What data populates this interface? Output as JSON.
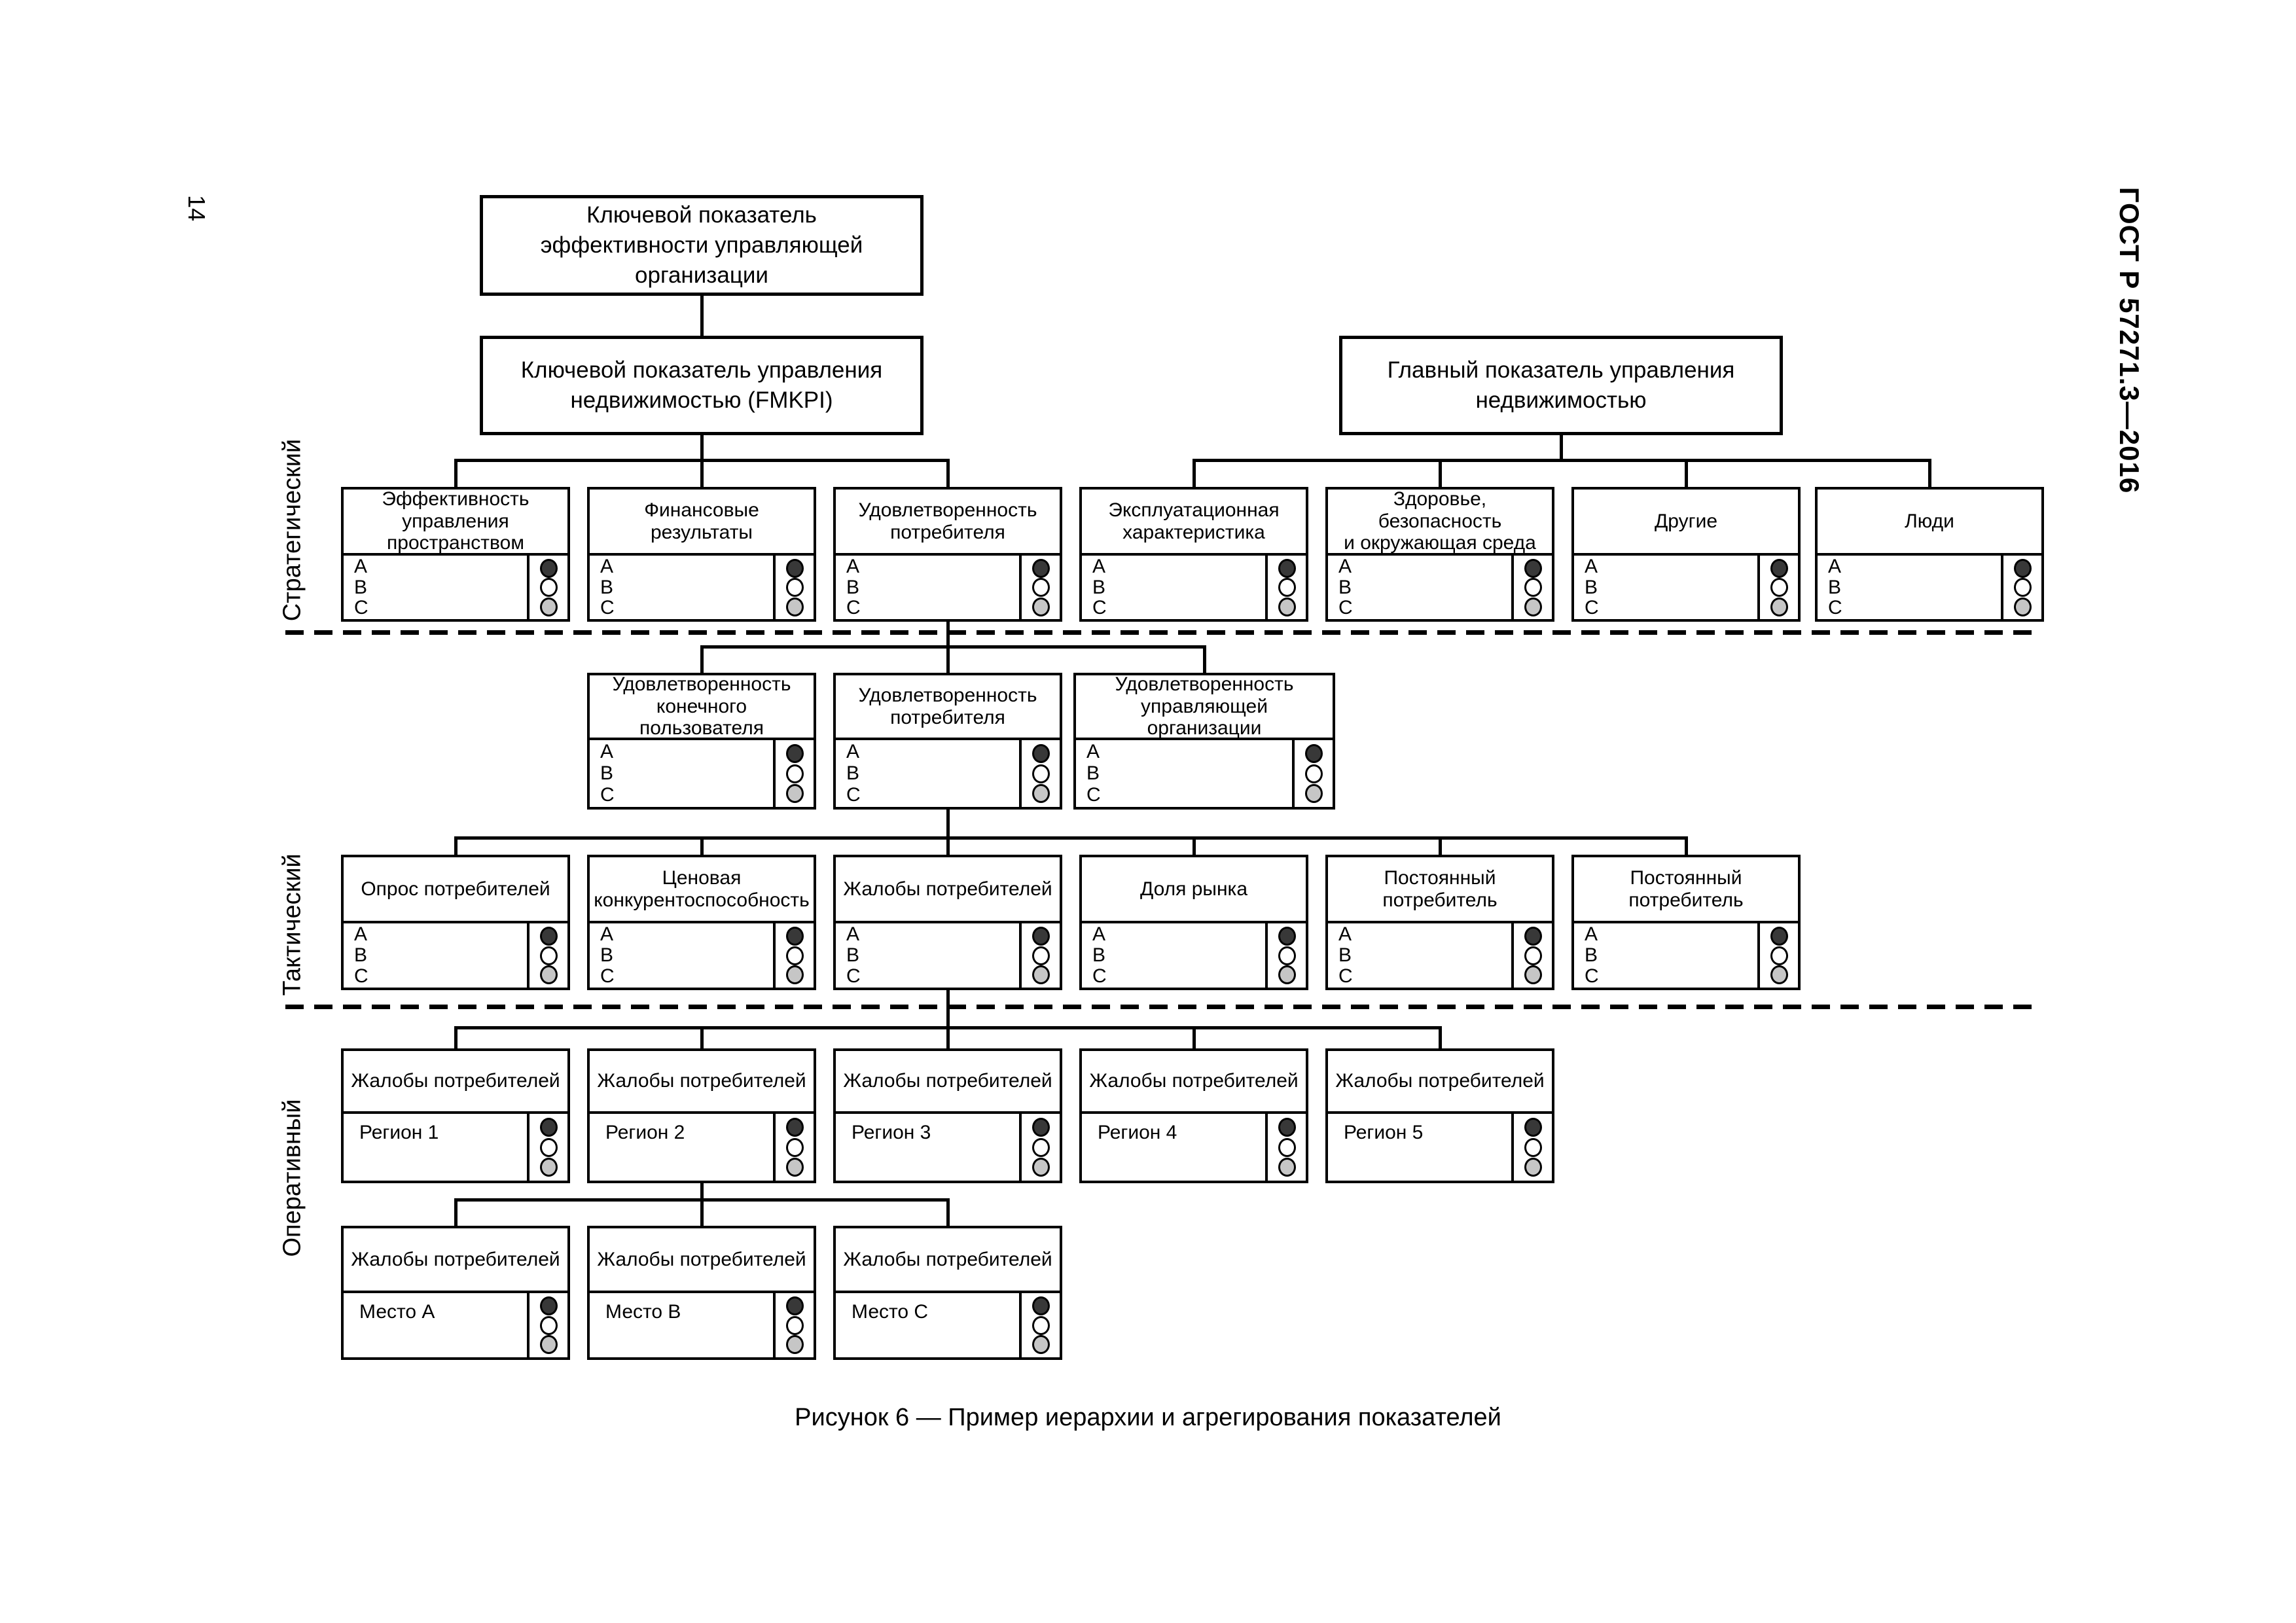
{
  "page": {
    "number": "14",
    "header": "ГОСТ Р 57271.3—2016",
    "caption": "Рисунок 6 — Пример иерархии и агрегирования показателей"
  },
  "level_labels": [
    "Стратегический",
    "Тактический",
    "Оперативный"
  ],
  "abc_labels": [
    "A",
    "B",
    "C"
  ],
  "status_dot_colors": {
    "filled": "#383838",
    "empty": "#ffffff",
    "partial": "#c6c6c6"
  },
  "status_dot_states": [
    "filled",
    "empty",
    "partial"
  ],
  "top_nodes": {
    "root": {
      "title": "Ключевой показатель\nэффективности управляющей\nорганизации"
    },
    "fmkpi": {
      "title": "Ключевой показатель управления\nнедвижимостью (FMKPI)"
    },
    "main": {
      "title": "Главный показатель управления\nнедвижимостью"
    }
  },
  "indicators": [
    {
      "group": "strategic",
      "title": "Эффективность\nуправления\nпространством"
    },
    {
      "group": "strategic",
      "title": "Финансовые\nрезультаты"
    },
    {
      "group": "strategic",
      "title": "Удовлетворенность\nпотребителя"
    },
    {
      "group": "strategic",
      "title": "Эксплуатационная\nхарактеристика"
    },
    {
      "group": "strategic",
      "title": "Здоровье, безопасность\nи окружающая среда"
    },
    {
      "group": "strategic",
      "title": "Другие"
    },
    {
      "group": "strategic",
      "title": "Люди"
    },
    {
      "group": "tactical-upper",
      "title": "Удовлетворенность\nконечного пользователя"
    },
    {
      "group": "tactical-upper",
      "title": "Удовлетворенность\nпотребителя"
    },
    {
      "group": "tactical-upper",
      "title": "Удовлетворенность\nуправляющей организации"
    },
    {
      "group": "tactical-lower",
      "title": "Опрос потребителей"
    },
    {
      "group": "tactical-lower",
      "title": "Ценовая\nконкурентоспособность"
    },
    {
      "group": "tactical-lower",
      "title": "Жалобы потребителей"
    },
    {
      "group": "tactical-lower",
      "title": "Доля рынка"
    },
    {
      "group": "tactical-lower",
      "title": "Постоянный\nпотребитель"
    },
    {
      "group": "tactical-lower",
      "title": "Постоянный\nпотребитель"
    },
    {
      "group": "operational-region",
      "title": "Жалобы потребителей",
      "label": "Регион 1"
    },
    {
      "group": "operational-region",
      "title": "Жалобы потребителей",
      "label": "Регион 2"
    },
    {
      "group": "operational-region",
      "title": "Жалобы потребителей",
      "label": "Регион 3"
    },
    {
      "group": "operational-region",
      "title": "Жалобы потребителей",
      "label": "Регион 4"
    },
    {
      "group": "operational-region",
      "title": "Жалобы потребителей",
      "label": "Регион 5"
    },
    {
      "group": "operational-place",
      "title": "Жалобы потребителей",
      "label": "Место A"
    },
    {
      "group": "operational-place",
      "title": "Жалобы потребителей",
      "label": "Место B"
    },
    {
      "group": "operational-place",
      "title": "Жалобы потребителей",
      "label": "Место C"
    }
  ]
}
